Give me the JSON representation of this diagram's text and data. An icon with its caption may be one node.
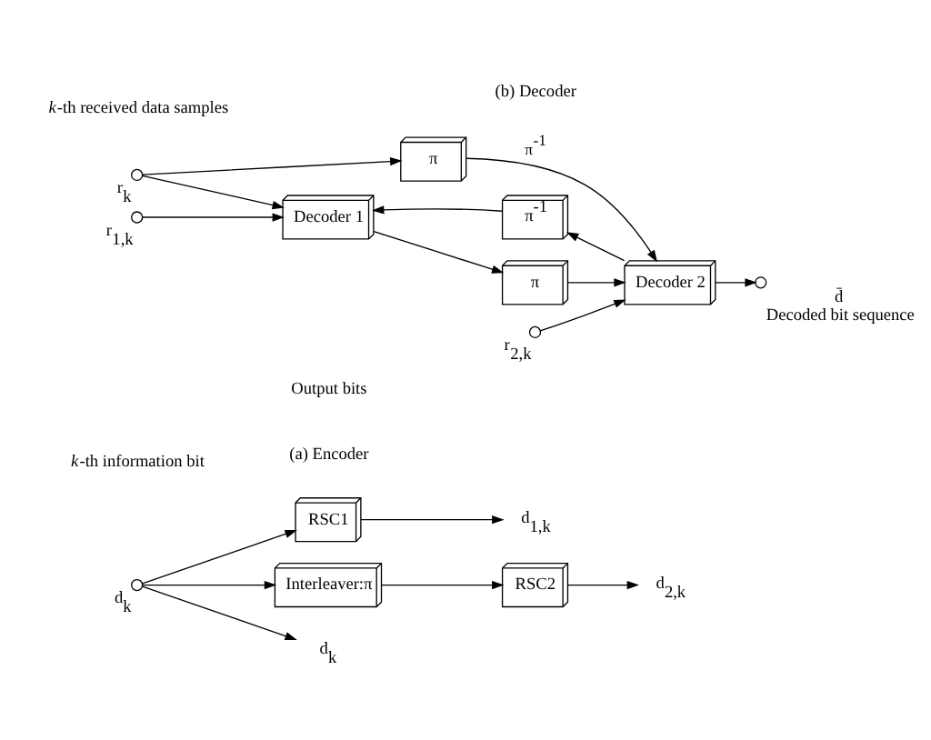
{
  "diagram": {
    "nodes": [
      {
        "text": [],
        "shape": "circle",
        "beside": [
          "d$_{k}$"
        ]
      },
      {
        "text": [
          "d$_{k}$"
        ]
      },
      {
        "text": [
          "Interleaver:π"
        ]
      },
      {
        "text": [
          "RSC1"
        ]
      },
      {
        "text": [
          "d$_{1,k}$"
        ]
      },
      {
        "text": [
          "RSC2"
        ]
      },
      {
        "text": [
          "d$_{2,k}$"
        ]
      },
      {
        "text": [],
        "shape": "circle",
        "beside": [
          "r$_{k}$"
        ]
      },
      {
        "text": [],
        "shape": "circle",
        "beside": [
          "r$_{1,k}$"
        ]
      },
      {
        "text": [
          "Decoder 1"
        ]
      },
      {
        "text": [
          "π"
        ]
      },
      {
        "text": [
          "π"
        ]
      },
      {
        "text": [],
        "shape": "circle",
        "beside": [
          "r$_{2,k}$"
        ]
      },
      {
        "text": [
          "Decoder 2"
        ]
      },
      {
        "text": [],
        "shape": "circle",
        "beside": [
          "d̄",
          "Decoded bit sequence"
        ]
      },
      {
        "text": [
          "π$^{-1}$"
        ]
      }
    ],
    "edges": [
      {
        "from": 0,
        "to": 1,
        "arrow": "to"
      },
      {
        "from": 0,
        "to": 2,
        "arrow": "to"
      },
      {
        "from": 0,
        "to": 3,
        "arrow": "to"
      },
      {
        "from": 2,
        "to": 5,
        "arrow": "to"
      },
      {
        "from": 3,
        "to": 4,
        "arrow": "to"
      },
      {
        "from": 5,
        "to": 6,
        "arrow": "to"
      },
      {
        "from": 7,
        "to": 10,
        "arrow": "to"
      },
      {
        "from": 7,
        "to": 9,
        "arrow": "to"
      },
      {
        "from": 8,
        "to": 9,
        "arrow": "to"
      },
      {
        "from": 9,
        "to": 11,
        "arrow": "to"
      },
      {
        "from": 10,
        "to": 13,
        "arrow": "to",
        "label": "π$^{-1}$"
      },
      {
        "from": 12,
        "to": 13,
        "arrow": "to"
      },
      {
        "from": 11,
        "to": 13,
        "arrow": "to"
      },
      {
        "from": 13,
        "to": 14,
        "arrow": "to"
      },
      {
        "from": 13,
        "to": 15,
        "arrow": "to"
      },
      {
        "from": 15,
        "to": 9,
        "arrow": "to"
      }
    ],
    "labels": [
      "*k*-th information bit",
      "Output bits",
      "(a) Encoder",
      "*k*-th received data samples",
      "(b) Decoder"
    ]
  }
}
